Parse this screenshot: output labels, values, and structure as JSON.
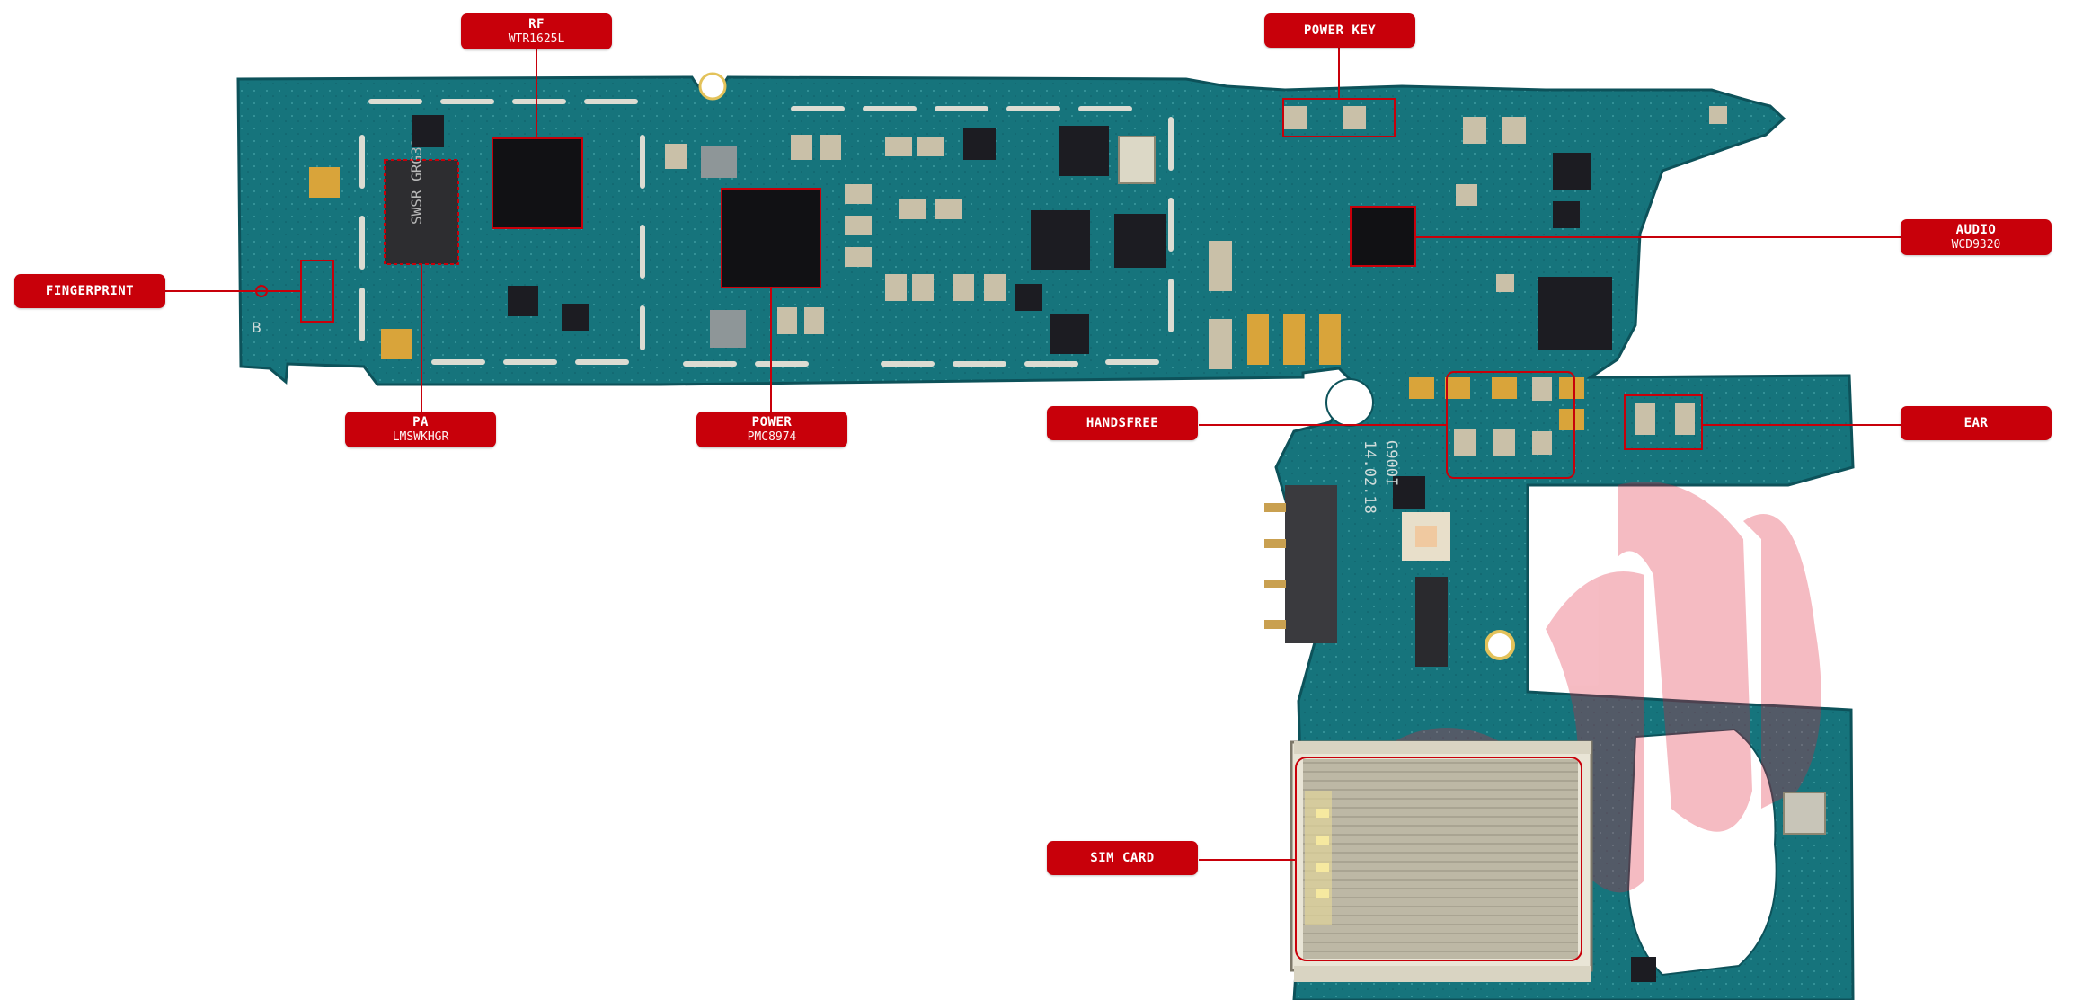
{
  "diagram": {
    "colors": {
      "pcb": "#16747c",
      "pcb_dark": "#0f5d66",
      "pcb_light": "#2a8c8e",
      "accent": "#c8000a",
      "chip": "#1a1a1f",
      "gold": "#d9a43a",
      "sim_metal": "#b8b4a2"
    },
    "labels": {
      "rf": {
        "title": "RF",
        "sub": "WTR1625L"
      },
      "power_key": {
        "title": "POWER KEY"
      },
      "audio": {
        "title": "AUDIO",
        "sub": "WCD9320"
      },
      "fingerprint": {
        "title": "FINGERPRINT"
      },
      "pa": {
        "title": "PA",
        "sub": "LMSWKHGR"
      },
      "power": {
        "title": "POWER",
        "sub": "PMC8974"
      },
      "handsfree": {
        "title": "HANDSFREE"
      },
      "ear": {
        "title": "EAR"
      },
      "sim_card": {
        "title": "SIM CARD"
      }
    },
    "board_marks": {
      "pa_chip_text": "SWSR GRG32",
      "board_code": "G900I",
      "board_date": "14.02.18",
      "side_mark": "B"
    }
  }
}
